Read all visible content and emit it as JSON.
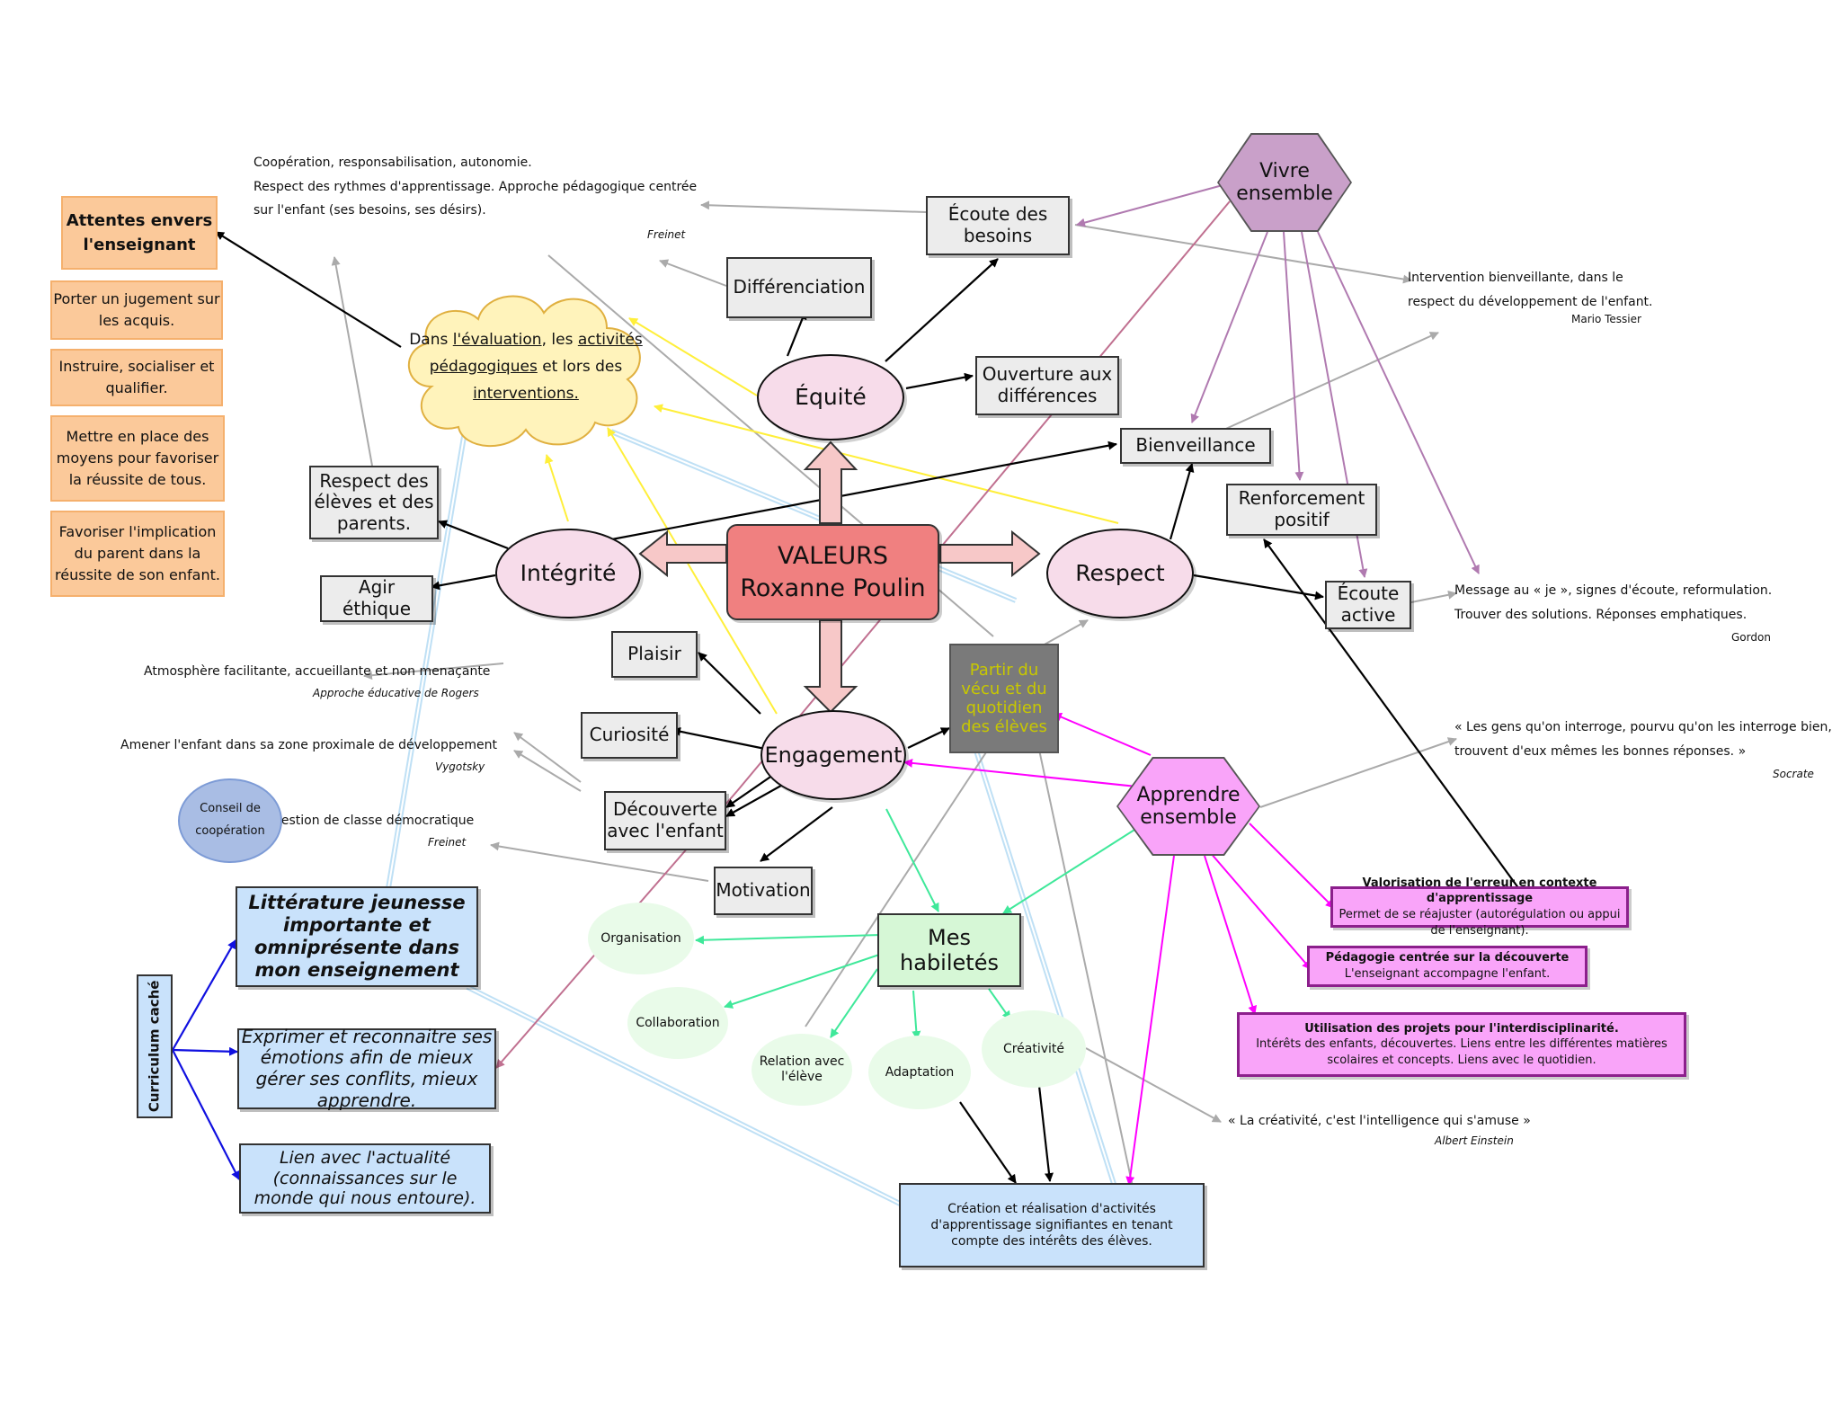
{
  "center": {
    "line1": "VALEURS",
    "line2": "Roxanne Poulin"
  },
  "values": {
    "equite": "Équité",
    "integrite": "Intégrité",
    "respect": "Respect",
    "engagement": "Engagement"
  },
  "hexagons": {
    "vivre": "Vivre ensemble",
    "apprendre": "Apprendre ensemble"
  },
  "cloud": {
    "p1": "Dans ",
    "u1": "l'évaluation",
    "p2": ", les ",
    "u2": "activités pédagogiques",
    "p3": " et lors des ",
    "u3": "interventions."
  },
  "gray_boxes": {
    "ecoute_besoins": "Écoute des besoins",
    "differenciation": "Différenciation",
    "ouverture": "Ouverture aux différences",
    "bienveillance": "Bienveillance",
    "renforcement": "Renforcement positif",
    "ecoute_active": "Écoute active",
    "respect_eleves": "Respect des élèves et des parents.",
    "agir_ethique": "Agir éthique",
    "plaisir": "Plaisir",
    "curiosite": "Curiosité",
    "decouverte": "Découverte avec l'enfant",
    "motivation": "Motivation",
    "partir_vecu": "Partir du vécu et du quotidien des élèves"
  },
  "attentes": {
    "title": "Attentes envers l'enseignant",
    "items": [
      "Porter un jugement sur les acquis.",
      "Instruire, socialiser et qualifier.",
      "Mettre en place des moyens pour favoriser la réussite de tous.",
      "Favoriser l'implication du parent dans la réussite de son enfant."
    ]
  },
  "notes": {
    "freinet_top": [
      "Coopération, responsabilisation, autonomie.",
      "Respect des rythmes d'apprentissage. Approche pédagogique centrée",
      "sur l'enfant (ses besoins, ses désirs)."
    ],
    "freinet_top_author": "Freinet",
    "tessier": [
      "Intervention bienveillante, dans le",
      "respect du développement de l'enfant."
    ],
    "tessier_author": "Mario Tessier",
    "gordon": [
      "Message au « je », signes d'écoute, reformulation.",
      "Trouver des solutions. Réponses emphatiques."
    ],
    "gordon_author": "Gordon",
    "rogers": "Atmosphère facilitante, accueillante et non menaçante",
    "rogers_author": "Approche éducative de Rogers",
    "vygotsky": "Amener l'enfant dans sa zone proximale de développement",
    "vygotsky_author": "Vygotsky",
    "gestion": "Gestion de classe démocratique",
    "gestion_author": "Freinet",
    "socrate": [
      "« Les gens qu'on interroge, pourvu qu'on les interroge bien,",
      "trouvent d'eux mêmes les bonnes réponses. »"
    ],
    "socrate_author": "Socrate",
    "einstein": "« La créativité, c'est l'intelligence qui s'amuse »",
    "einstein_author": "Albert Einstein"
  },
  "conseil": "Conseil de coopération",
  "curriculum": "Curriculum caché",
  "blue_boxes": {
    "litterature": "Littérature jeunesse importante et omniprésente dans mon enseignement",
    "emotions": "Exprimer et reconnaitre ses émotions afin de mieux gérer ses conflits, mieux apprendre.",
    "actualite": "Lien avec l'actualité (connaissances sur le monde qui nous entoure)."
  },
  "habiletes": {
    "title": "Mes habiletés",
    "items": [
      "Organisation",
      "Collaboration",
      "Relation avec l'élève",
      "Adaptation",
      "Créativité"
    ]
  },
  "creation": "Création et réalisation d'activités d'apprentissage signifiantes en tenant compte des intérêts des élèves.",
  "pink_boxes": [
    {
      "title": "Valorisation de l'erreur en contexte d'apprentissage",
      "text": "Permet de se réajuster (autorégulation ou appui de l'enseignant)."
    },
    {
      "title": "Pédagogie centrée sur la découverte",
      "text": "L'enseignant accompagne l'enfant."
    },
    {
      "title": "Utilisation des projets pour l'interdisciplinarité.",
      "text": "Intérêts des enfants, découvertes. Liens entre les différentes matières scolaires et concepts. Liens avec le quotidien."
    }
  ],
  "colors": {
    "center": "#f08080",
    "value_ellipse": "#f7dcea",
    "vivre": "#c9a0c9",
    "apprendre": "#f9a4f9",
    "orange": "#fbc99a",
    "blue": "#c9e2fb",
    "green": "#e9fbe9",
    "pink": "#f9a4f9",
    "partir_vecu_bg": "#7a7a7a",
    "partir_vecu_text": "#c8c800"
  }
}
